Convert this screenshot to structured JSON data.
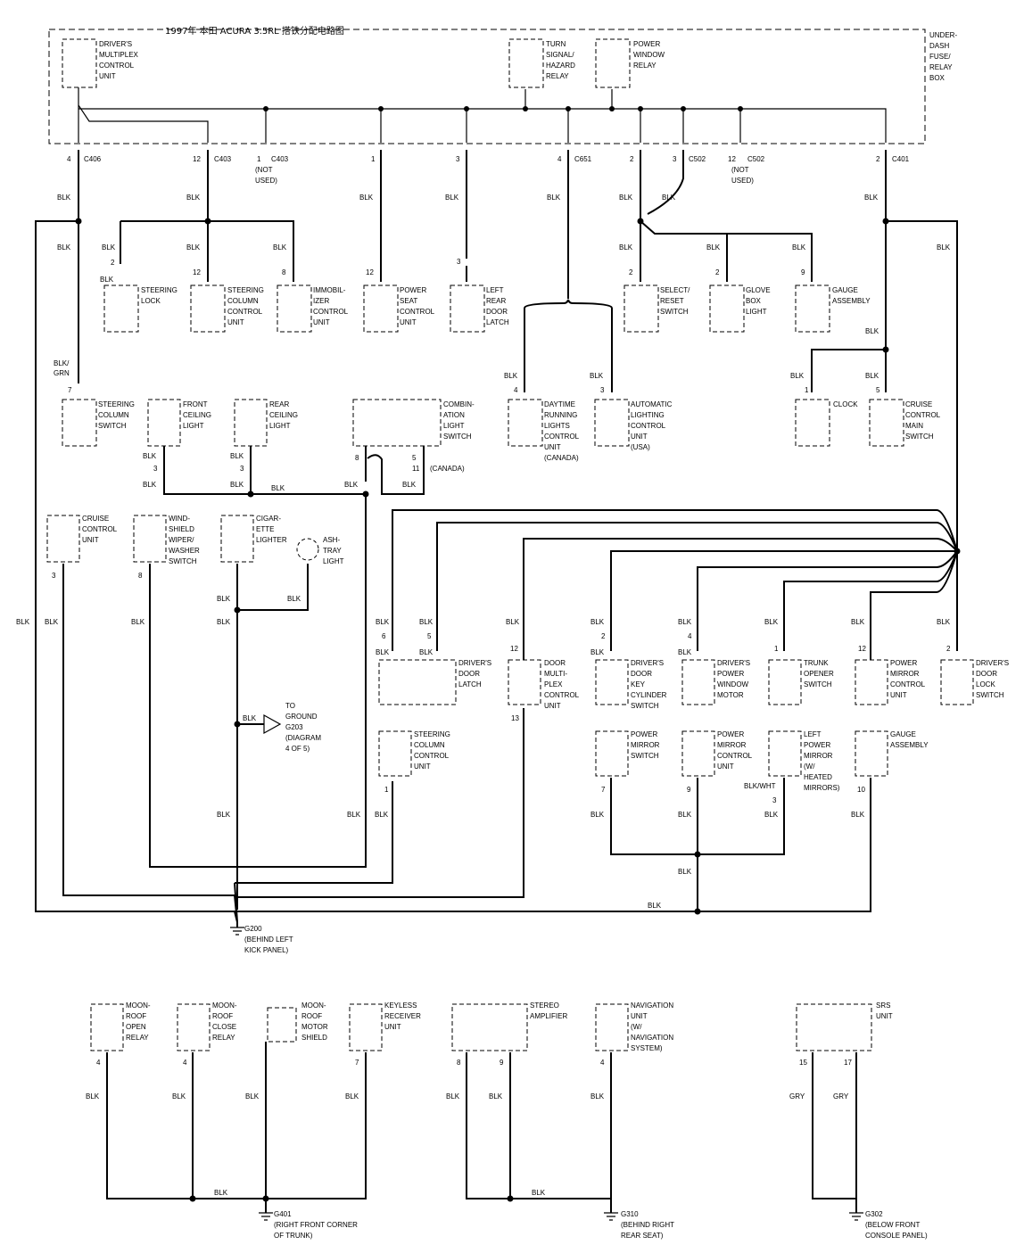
{
  "title": "1997年 本田 ACURA 3.5RL 搭铁分配电路图",
  "fuse_box": [
    "UNDER-",
    "DASH",
    "FUSE/",
    "RELAY",
    "BOX"
  ],
  "components": {
    "driver_multiplex": [
      "DRIVER'S",
      "MULTIPLEX",
      "CONTROL",
      "UNIT"
    ],
    "turn_signal_relay": [
      "TURN",
      "SIGNAL/",
      "HAZARD",
      "RELAY"
    ],
    "power_window_relay": [
      "POWER",
      "WINDOW",
      "RELAY"
    ],
    "steering_lock": [
      "STEERING",
      "LOCK"
    ],
    "steering_column_cu": [
      "STEERING",
      "COLUMN",
      "CONTROL",
      "UNIT"
    ],
    "immobilizer": [
      "IMMOBIL-",
      "IZER",
      "CONTROL",
      "UNIT"
    ],
    "power_seat": [
      "POWER",
      "SEAT",
      "CONTROL",
      "UNIT"
    ],
    "left_rear_door_latch": [
      "LEFT",
      "REAR",
      "DOOR",
      "LATCH"
    ],
    "select_reset": [
      "SELECT/",
      "RESET",
      "SWITCH"
    ],
    "glove_box": [
      "GLOVE",
      "BOX",
      "LIGHT"
    ],
    "gauge_top": [
      "GAUGE",
      "ASSEMBLY"
    ],
    "steering_column_switch": [
      "STEERING",
      "COLUMN",
      "SWITCH"
    ],
    "front_ceiling": [
      "FRONT",
      "CEILING",
      "LIGHT"
    ],
    "rear_ceiling": [
      "REAR",
      "CEILING",
      "LIGHT"
    ],
    "combination_light": [
      "COMBIN-",
      "ATION",
      "LIGHT",
      "SWITCH"
    ],
    "drl_unit": [
      "DAYTIME",
      "RUNNING",
      "LIGHTS",
      "CONTROL",
      "UNIT",
      "(CANADA)"
    ],
    "auto_lighting": [
      "AUTOMATIC",
      "LIGHTING",
      "CONTROL",
      "UNIT",
      "(USA)"
    ],
    "clock": [
      "CLOCK"
    ],
    "cruise_main": [
      "CRUISE",
      "CONTROL",
      "MAIN",
      "SWITCH"
    ],
    "cruise_cu": [
      "CRUISE",
      "CONTROL",
      "UNIT"
    ],
    "wiper_switch": [
      "WIND-",
      "SHIELD",
      "WIPER/",
      "WASHER",
      "SWITCH"
    ],
    "cigarette_lighter": [
      "CIGAR-",
      "ETTE",
      "LIGHTER"
    ],
    "ashtray_light": [
      "ASH-",
      "TRAY",
      "LIGHT"
    ],
    "to_ground": [
      "TO",
      "GROUND",
      "G203",
      "(DIAGRAM",
      "4 OF 5)"
    ],
    "driver_door_latch": [
      "DRIVER'S",
      "DOOR",
      "LATCH"
    ],
    "door_multiplex": [
      "DOOR",
      "MULTI-",
      "PLEX",
      "CONTROL",
      "UNIT"
    ],
    "door_key_cylinder": [
      "DRIVER'S",
      "DOOR",
      "KEY",
      "CYLINDER",
      "SWITCH"
    ],
    "driver_power_window": [
      "DRIVER'S",
      "POWER",
      "WINDOW",
      "MOTOR"
    ],
    "trunk_opener": [
      "TRUNK",
      "OPENER",
      "SWITCH"
    ],
    "power_mirror_cu_a": [
      "POWER",
      "MIRROR",
      "CONTROL",
      "UNIT"
    ],
    "driver_door_lock": [
      "DRIVER'S",
      "DOOR",
      "LOCK",
      "SWITCH"
    ],
    "steering_column_cu_b": [
      "STEERING",
      "COLUMN",
      "CONTROL",
      "UNIT"
    ],
    "power_mirror_switch": [
      "POWER",
      "MIRROR",
      "SWITCH"
    ],
    "power_mirror_cu_b": [
      "POWER",
      "MIRROR",
      "CONTROL",
      "UNIT"
    ],
    "left_power_mirror": [
      "LEFT",
      "POWER",
      "MIRROR",
      "(W/",
      "HEATED",
      "MIRRORS)"
    ],
    "gauge_bottom": [
      "GAUGE",
      "ASSEMBLY"
    ],
    "moonroof_open": [
      "MOON-",
      "ROOF",
      "OPEN",
      "RELAY"
    ],
    "moonroof_close": [
      "MOON-",
      "ROOF",
      "CLOSE",
      "RELAY"
    ],
    "moonroof_motor": [
      "MOON-",
      "ROOF",
      "MOTOR",
      "SHIELD"
    ],
    "keyless": [
      "KEYLESS",
      "RECEIVER",
      "UNIT"
    ],
    "stereo_amp": [
      "STEREO",
      "AMPLIFIER"
    ],
    "navigation": [
      "NAVIGATION",
      "UNIT",
      "(W/",
      "NAVIGATION",
      "SYSTEM)"
    ],
    "srs": [
      "SRS",
      "UNIT"
    ]
  },
  "connectors": {
    "c406": "C406",
    "c403a": "C403",
    "c403b": "C403",
    "not_used_a": [
      "(NOT",
      "USED)"
    ],
    "c651": "C651",
    "c502a": "C502",
    "c502b": "C502",
    "not_used_b": [
      "(NOT",
      "USED)"
    ],
    "c401": "C401"
  },
  "grounds": {
    "g200": [
      "G200",
      "(BEHIND LEFT",
      "KICK PANEL)"
    ],
    "g401": [
      "G401",
      "(RIGHT FRONT CORNER",
      "OF TRUNK)"
    ],
    "g310": [
      "G310",
      "(BEHIND RIGHT",
      "REAR SEAT)"
    ],
    "g302": [
      "G302",
      "(BELOW FRONT",
      "CONSOLE PANEL)"
    ]
  },
  "wire_colors": {
    "blk": "BLK",
    "blk_grn": [
      "BLK/",
      "GRN"
    ],
    "blk_wht": "BLK/WHT",
    "gry": "GRY"
  },
  "misc": {
    "canada": "(CANADA)"
  }
}
